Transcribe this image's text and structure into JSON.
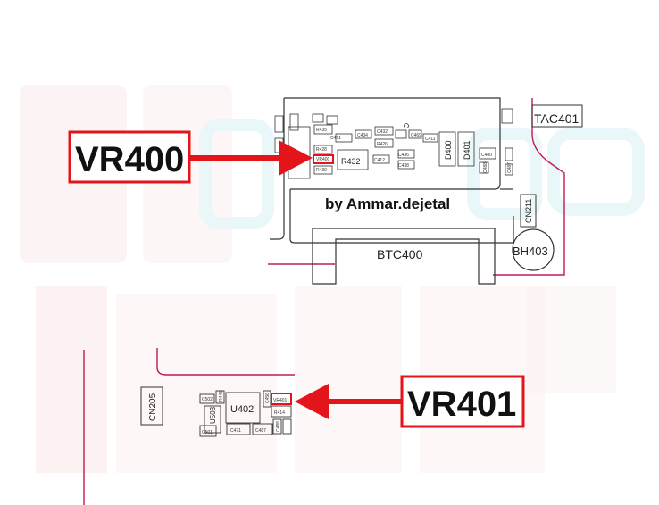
{
  "colors": {
    "accent_red": "#e3151a",
    "board_line": "#c2185b",
    "outline": "#333333",
    "watermark_red": "#f7d6d6",
    "watermark_cyan": "#d9f3f4"
  },
  "callouts": {
    "top": {
      "label": "VR400"
    },
    "bottom": {
      "label": "VR401"
    }
  },
  "credit": "by Ammar.dejetal",
  "top_board": {
    "big_labels": [
      "TAC401",
      "BTC400",
      "BH403",
      "CN211",
      "R432",
      "D400",
      "D401"
    ],
    "tiny_labels": [
      "C480",
      "C488",
      "C487",
      "R428",
      "R426",
      "C471",
      "C432",
      "R435",
      "C434",
      "C436",
      "C411",
      "C412",
      "VR400",
      "R430",
      "C438",
      "C469"
    ]
  },
  "bottom_board": {
    "labels": [
      "CN205",
      "U402",
      "U503",
      "C471",
      "C487",
      "R414",
      "C502",
      "C501",
      "VR401",
      "C456",
      "C488",
      "R446"
    ]
  }
}
